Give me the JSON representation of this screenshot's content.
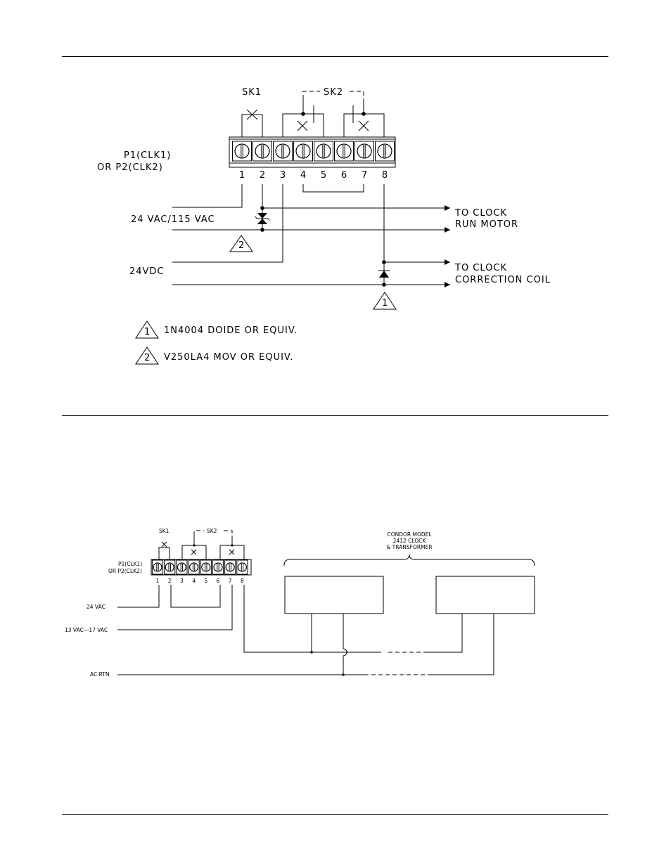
{
  "figure1": {
    "sk1_label": "SK1",
    "sk2_label": "SK2",
    "connector_label_line1": "P1(CLK1)",
    "connector_label_line2": "OR P2(CLK2)",
    "terminals": [
      "1",
      "2",
      "3",
      "4",
      "5",
      "6",
      "7",
      "8"
    ],
    "input_ac": "24 VAC/115 VAC",
    "input_dc": "24VDC",
    "out_motor_line1": "TO CLOCK",
    "out_motor_line2": "RUN MOTOR",
    "out_coil_line1": "TO CLOCK",
    "out_coil_line2": "CORRECTION COIL",
    "note_marker_1": "1",
    "note_marker_2": "2",
    "note_1": "1N4004 DOIDE OR EQUIV.",
    "note_2": "V250LA4 MOV OR EQUIV."
  },
  "figure2": {
    "sk1_label": "SK1",
    "sk2_label": "SK2",
    "connector_label_line1": "P1(CLK1)",
    "connector_label_line2": "OR P2(CLK2)",
    "terminals": [
      "1",
      "2",
      "3",
      "4",
      "5",
      "6",
      "7",
      "8"
    ],
    "input_24vac": "24 VAC",
    "input_13vac": "13 VAC—17 VAC",
    "input_acrtn": "AC RTN",
    "device_line1": "CONDOR MODEL",
    "device_line2": "2412 CLOCK",
    "device_line3": "& TRANSFORMER"
  }
}
